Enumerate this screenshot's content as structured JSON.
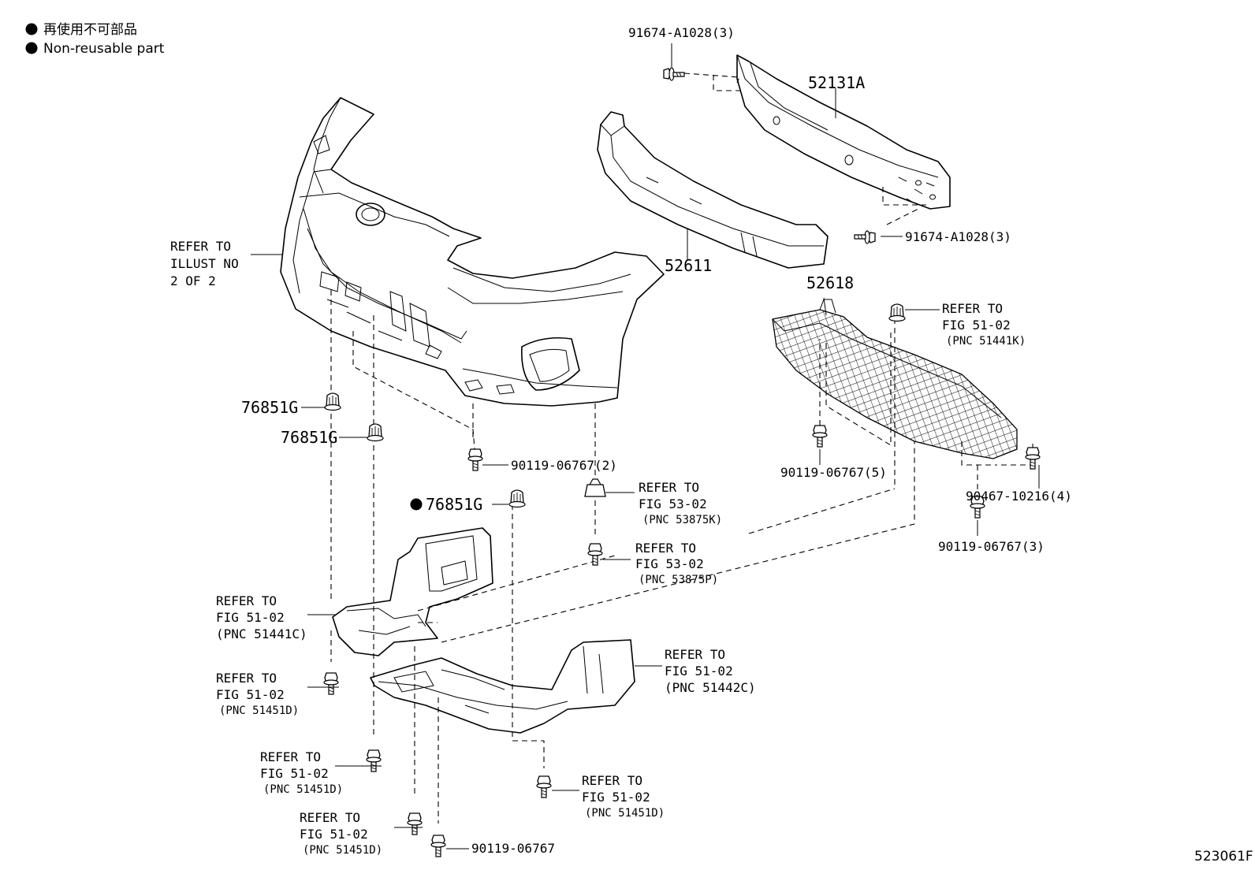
{
  "legend": {
    "line1": "再使用不可部品",
    "line2": "Non-reusable part"
  },
  "figure_code": "523061F",
  "labels": {
    "bolt_top": "91674-A1028(3)",
    "bolt_right": "91674-A1028(3)",
    "reinforcement": "52131A",
    "absorber": "52611",
    "bracket": "52618",
    "refer_illust": [
      "REFER TO",
      "ILLUST NO",
      "2 OF 2"
    ],
    "refer_51441k": [
      "REFER TO",
      "FIG 51-02",
      "(PNC 51441K)"
    ],
    "clip_76851g_a": "76851G",
    "clip_76851g_b": "76851G",
    "clip_76851g_c": "76851G",
    "screw_2": "90119-06767(2)",
    "screw_5": "90119-06767(5)",
    "screw_3": "90119-06767(3)",
    "screw_1": "90119-06767",
    "clip_90467": "90467-10216(4)",
    "refer_53875k": [
      "REFER TO",
      "FIG 53-02",
      "(PNC 53875K)"
    ],
    "refer_53875p": [
      "REFER TO",
      "FIG 53-02",
      "(PNC 53875P)"
    ],
    "refer_51441c": [
      "REFER TO",
      "FIG 51-02",
      "(PNC 51441C)"
    ],
    "refer_51442c": [
      "REFER TO",
      "FIG 51-02",
      "(PNC 51442C)"
    ],
    "refer_51451d_a": [
      "REFER TO",
      "FIG 51-02",
      "(PNC 51451D)"
    ],
    "refer_51451d_b": [
      "REFER TO",
      "FIG 51-02",
      "(PNC 51451D)"
    ],
    "refer_51451d_c": [
      "REFER TO",
      "FIG 51-02",
      "(PNC 51451D)"
    ],
    "refer_51451d_d": [
      "REFER TO",
      "FIG 51-02",
      "(PNC 51451D)"
    ]
  }
}
